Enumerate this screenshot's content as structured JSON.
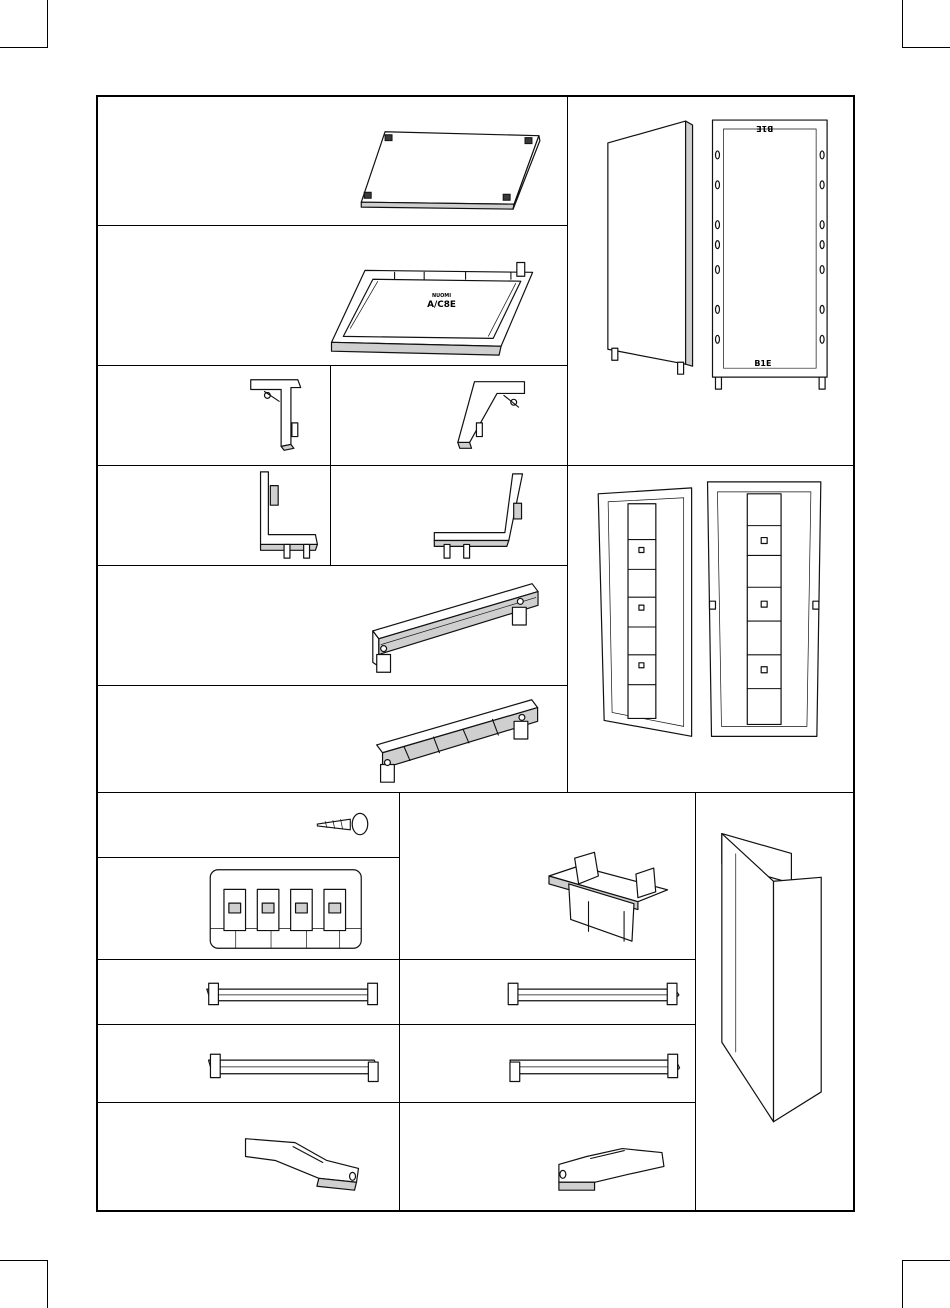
{
  "page": {
    "title": "Parts overview sheet"
  },
  "parts": {
    "back_panel_label": "B1E",
    "back_panel_label_top": "B1E",
    "frame_label_small": "NUOMI",
    "frame_label_big": "A/C8E"
  }
}
